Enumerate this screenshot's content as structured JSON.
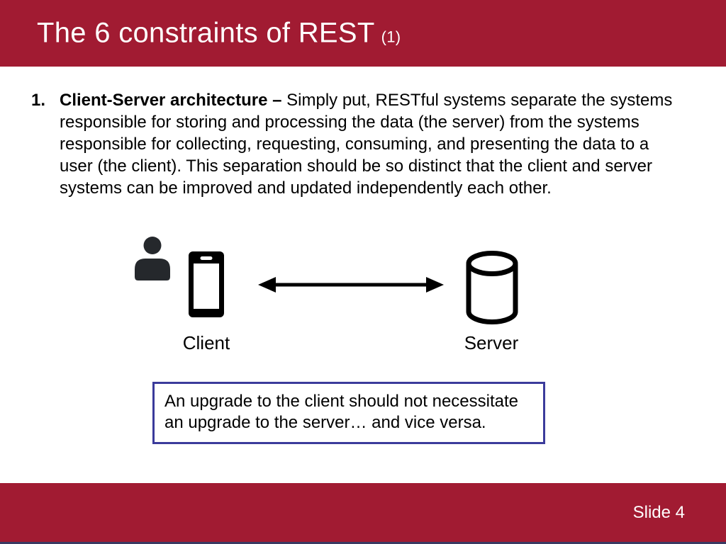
{
  "header": {
    "title": "The 6 constraints of REST",
    "title_suffix": "(1)"
  },
  "body": {
    "list_number": "1.",
    "term": "Client-Server architecture – ",
    "description": "Simply put, RESTful systems separate the systems responsible for storing and processing the data (the server) from the systems responsible for collecting, requesting, consuming, and presenting the data to a user (the client).  This separation should be so distinct that the client and server systems can be improved and updated independently each other."
  },
  "diagram": {
    "client_label": "Client",
    "server_label": "Server",
    "icons": {
      "user": "user-icon",
      "phone": "smartphone-icon",
      "arrow": "double-arrow-icon",
      "database": "database-cylinder-icon"
    }
  },
  "callout": {
    "text": "An upgrade to the client should not necessitate an upgrade to the server… and vice versa."
  },
  "footer": {
    "slide_number_label": "Slide 4"
  },
  "colors": {
    "header_bg": "#A11B32",
    "footer_bg": "#A11B32",
    "callout_border": "#3B3B9B",
    "bottom_strip": "#3A3A62",
    "person_icon": "#25282C",
    "icon_black": "#000000"
  }
}
